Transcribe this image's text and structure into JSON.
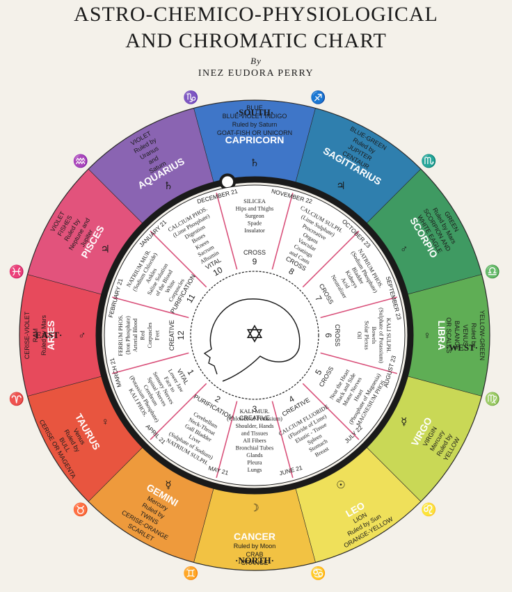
{
  "header": {
    "title_line1": "ASTRO-CHEMICO-PHYSIOLOGICAL",
    "title_line2": "AND CHROMATIC CHART",
    "by": "By",
    "author": "INEZ EUDORA PERRY"
  },
  "directions": {
    "south": "·SOUTH·",
    "north": "·NORTH·",
    "east": "·EAST·",
    "west": "·WEST·"
  },
  "colors": {
    "capricorn": "#3f76c8",
    "sagittarius": "#2f7fae",
    "scorpio": "#3f9a62",
    "libra": "#5fae55",
    "virgo": "#c9d856",
    "leo": "#efe05a",
    "cancer": "#f2c243",
    "gemini": "#ee9a3c",
    "taurus": "#e8553f",
    "aries": "#e74a5c",
    "pisces": "#e2537c",
    "aquarius": "#8a64b2",
    "ring": "#1a1a1a",
    "spoke": "#d9507a"
  },
  "signs": [
    {
      "key": "capricorn",
      "glyph": "♑",
      "name": "CAPRICORN",
      "lines": [
        "Ruled by Saturn",
        "GOAT-FISH OR UNICORN"
      ],
      "color_name": "BLUE",
      "color_name2": "BLUE-VIOLET INDIGO",
      "ruler_glyph": "♄"
    },
    {
      "key": "sagittarius",
      "glyph": "♐",
      "name": "SAGITTARIUS",
      "lines": [
        "Ruled by",
        "JUPITER",
        "CENTAUR"
      ],
      "color_name": "BLUE-GREEN",
      "ruler_glyph": "♃"
    },
    {
      "key": "scorpio",
      "glyph": "♏",
      "name": "SCORPIO",
      "lines": [
        "Ruled by Mars",
        "SCORPION AND",
        "WHITE EAGLE"
      ],
      "color_name": "GREEN",
      "ruler_glyph": "♂"
    },
    {
      "key": "libra",
      "glyph": "♎",
      "name": "LIBRA",
      "lines": [
        "Ruled by",
        "VENUS",
        "BALANCE",
        "OR SCALES"
      ],
      "color_name": "YELLOW-GREEN",
      "ruler_glyph": "♀"
    },
    {
      "key": "virgo",
      "glyph": "♍",
      "name": "VIRGO",
      "lines": [
        "Ruled by",
        "Mercury",
        "VIRGIN"
      ],
      "color_name": "YELLOW",
      "ruler_glyph": "☿"
    },
    {
      "key": "leo",
      "glyph": "♌",
      "name": "LEO",
      "lines": [
        "Ruled by Sun",
        "LION"
      ],
      "color_name": "ORANGE-YELLOW",
      "ruler_glyph": "☉"
    },
    {
      "key": "cancer",
      "glyph": "♋",
      "name": "CANCER",
      "lines": [
        "CRAB",
        "Ruled by Moon"
      ],
      "color_name": "ORANGE",
      "ruler_glyph": "☽"
    },
    {
      "key": "gemini",
      "glyph": "♊",
      "name": "GEMINI",
      "lines": [
        "TWINS",
        "Ruled by",
        "Mercury"
      ],
      "color_name": "SCARLET",
      "color_name2": "CERISE-ORANGE",
      "ruler_glyph": "☿"
    },
    {
      "key": "taurus",
      "glyph": "♉",
      "name": "TAURUS",
      "lines": [
        "BULL",
        "Ruled by",
        "Venus"
      ],
      "color_name": "CERISE OR MAGENTA",
      "ruler_glyph": "♀"
    },
    {
      "key": "aries",
      "glyph": "♈",
      "name": "ARIES",
      "lines": [
        "RAM",
        "Ruled by Mars"
      ],
      "color_name": "CERISE-VIOLET",
      "ruler_glyph": "♂"
    },
    {
      "key": "pisces",
      "glyph": "♓",
      "name": "PISCES",
      "lines": [
        "FISHES",
        "Ruled by",
        "Neptune and",
        "Jupiter"
      ],
      "color_name": "VIOLET",
      "ruler_glyph": "♃"
    },
    {
      "key": "aquarius",
      "glyph": "♒",
      "name": "AQUARIUS",
      "lines": [
        "Ruled by",
        "Uranus",
        "and",
        "Saturn"
      ],
      "color_name": "VIOLET",
      "ruler_glyph": "♄"
    }
  ],
  "inner": [
    {
      "num": "9",
      "date": "DECEMBER 21",
      "cross": "CROSS",
      "lines": [
        "SILICEA",
        "Hips and Thighs",
        "Surgeon",
        "Spade",
        "Insulator"
      ]
    },
    {
      "num": "8",
      "date": "NOVEMBER 22",
      "cross": "CROSS",
      "lines": [
        "CALCIUM SULPH.",
        "(Lime Sulphate)",
        "Procreative",
        "Organs",
        "Vascular",
        "Coatings",
        "and Casts"
      ]
    },
    {
      "num": "7",
      "date": "OCTOBER 23",
      "cross": "CROSS",
      "lines": [
        "NATRIUM PHOS.",
        "(Sodium Phosphate)",
        "Bladder",
        "Kidneys",
        "Acid",
        "Neutralizer"
      ]
    },
    {
      "num": "6",
      "date": "SEPTEMBER 23",
      "cross": "CROSS",
      "lines": [
        "KALI SULPH.",
        "(Sulphate of Potassium)",
        "Bowels",
        "Solar Plexus",
        "Oil"
      ]
    },
    {
      "num": "5",
      "date": "AUGUST 23",
      "cross": "CROSS",
      "lines": [
        "MAGNESIUM PHOS.",
        "(Phosphate of Magnesia)",
        "Heart",
        "Motor Nerves",
        "Back and Side",
        "Near the Heart"
      ]
    },
    {
      "num": "4",
      "date": "JULY 22",
      "cross": "CREATIVE",
      "lines": [
        "Breast",
        "Stomach",
        "Spleen",
        "Elastic - Tissue",
        "(Fluoride of Lime)",
        "CALCIUM FLUORIDE"
      ]
    },
    {
      "num": "3",
      "date": "JUNE 21",
      "cross": "CREATIVE",
      "lines": [
        "Lungs",
        "Pleura",
        "Glands",
        "Bronchial Tubes",
        "All Fibers",
        "and Tissues",
        "Shoulder, Hands",
        "(Chloride of Potassium)",
        "KALI MUR."
      ]
    },
    {
      "num": "2",
      "date": "MAY 21",
      "cross": "PURIFICATION",
      "lines": [
        "NATRIUM SULPH.",
        "(Sulphate of Sodium)",
        "Liver",
        "Gall Bladder",
        "Neck-Throat",
        "Cerebellum"
      ]
    },
    {
      "num": "1",
      "date": "APRIL 21",
      "cross": "VITAL",
      "lines": [
        "KALI PHOS.",
        "(Potassium Phosphate)",
        "Cerebrum",
        "Spinal Nerves",
        "Sensory Nerves",
        "Face to",
        "Lower Jaw"
      ]
    },
    {
      "num": "12",
      "date": "MARCH 21",
      "cross": "CREATIVE",
      "lines": [
        "FERRUM PHOS.",
        "(Iron Phosphate)",
        "Arterial Blood",
        "Red",
        "Corpuscles",
        "Feet"
      ]
    },
    {
      "num": "11",
      "date": "FEBRUARY 21",
      "cross": "PURIFICATION",
      "lines": [
        "NATRIUM MUR.",
        "(Sodium Chloride)",
        "Ankles",
        "Saline Solution",
        "of the Blood",
        "White",
        "Corpuscles"
      ]
    },
    {
      "num": "10",
      "date": "JANUARY 21",
      "cross": "VITAL",
      "lines": [
        "CALCIUM PHOS.",
        "(Lime Phosphate)",
        "Digestion",
        "Bones",
        "Knees",
        "Sacrum",
        "Albumin"
      ]
    }
  ]
}
